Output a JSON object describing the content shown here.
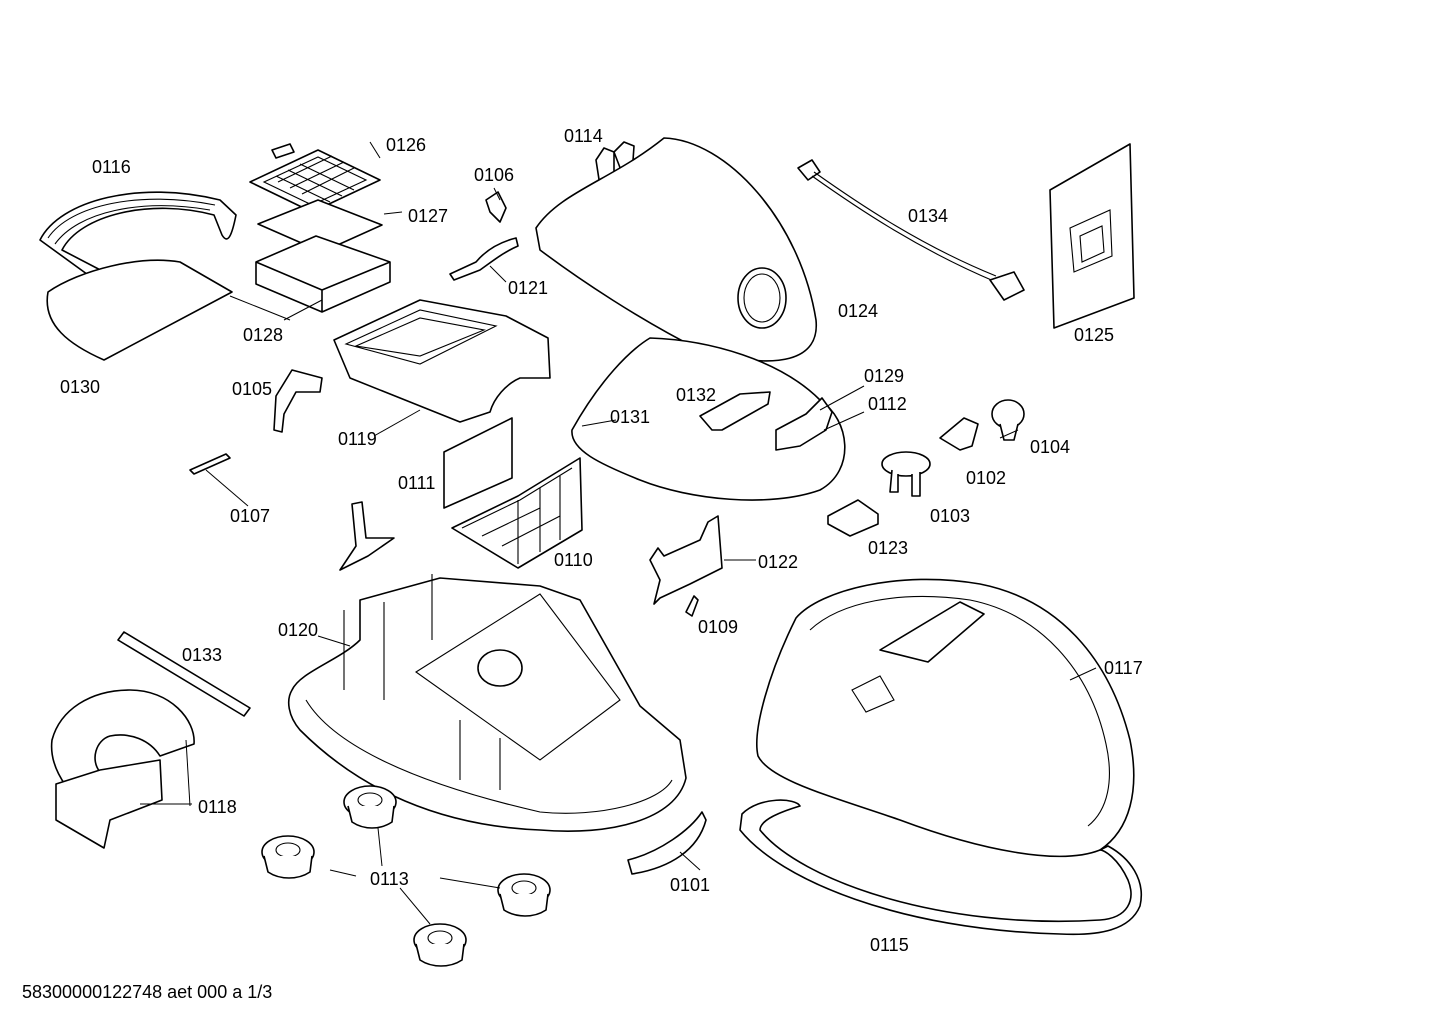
{
  "footer_text": "58300000122748 aet 000 a 1/3",
  "labels": {
    "p0101": "0101",
    "p0102": "0102",
    "p0103": "0103",
    "p0104": "0104",
    "p0105": "0105",
    "p0106": "0106",
    "p0107": "0107",
    "p0109": "0109",
    "p0110": "0110",
    "p0111": "0111",
    "p0112": "0112",
    "p0113": "0113",
    "p0114": "0114",
    "p0115": "0115",
    "p0116": "0116",
    "p0117": "0117",
    "p0118": "0118",
    "p0119": "0119",
    "p0120": "0120",
    "p0121": "0121",
    "p0122": "0122",
    "p0123": "0123",
    "p0124": "0124",
    "p0125": "0125",
    "p0126": "0126",
    "p0127": "0127",
    "p0128": "0128",
    "p0129": "0129",
    "p0130": "0130",
    "p0131": "0131",
    "p0132": "0132",
    "p0133": "0133",
    "p0134": "0134"
  }
}
